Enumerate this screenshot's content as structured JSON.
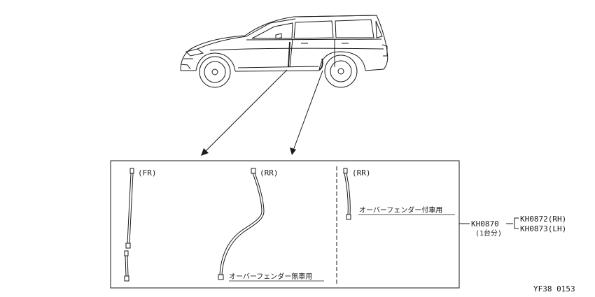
{
  "labels": {
    "panel1_position": "(FR)",
    "panel2_position": "(RR)",
    "panel3_position": "(RR)",
    "no_fender_note": "オーバーフェンダー無車用",
    "with_fender_note": "オーバーフェンダー付車用"
  },
  "parts": {
    "set_number": "KH0870",
    "set_qty": "(1台分)",
    "rh_number": "KH0872(RH)",
    "lh_number": "KH0873(LH)"
  },
  "figure_code": "YF38 0153",
  "icons": [
    "station-wagon-side-view",
    "front-door-seal-strip",
    "rear-door-seal-strip",
    "callout-arrow"
  ]
}
